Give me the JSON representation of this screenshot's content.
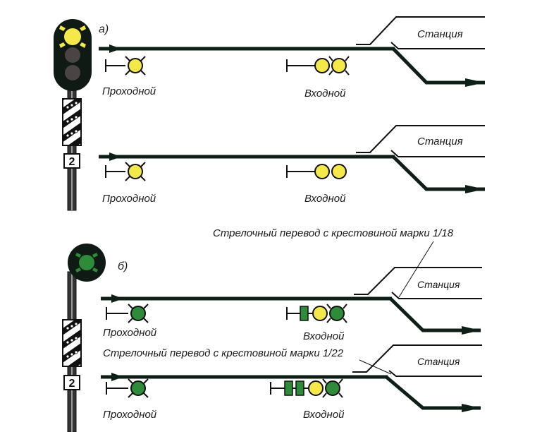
{
  "colors": {
    "track": "#0d1f16",
    "head": "#0f1a14",
    "yellow": "#f5e94a",
    "green": "#2e8b3a",
    "unlit": "#4a4444",
    "rim": "#111111"
  },
  "panel_a": {
    "label": "а)",
    "mast_plate_number": "2",
    "schemes": [
      {
        "station_label": "Станция",
        "block_signal": {
          "label": "Проходной",
          "aspects": [
            "yellow"
          ],
          "flashing": true
        },
        "entry_signal": {
          "label": "Входной",
          "aspects": [
            "yellow",
            "yellow"
          ],
          "flashing_index": 1
        }
      },
      {
        "station_label": "Станция",
        "block_signal": {
          "label": "Проходной",
          "aspects": [
            "yellow"
          ],
          "flashing": true
        },
        "entry_signal": {
          "label": "Входной",
          "aspects": [
            "yellow",
            "yellow"
          ],
          "flashing_index": -1
        }
      }
    ],
    "mast_lamps": [
      "yellow-flashing",
      "off",
      "off"
    ]
  },
  "panel_b": {
    "label": "б)",
    "mast_plate_number": "2",
    "mast_lamps": [
      "green-flashing"
    ],
    "schemes": [
      {
        "caption": "Стрелочный перевод с крестовиной марки 1/18",
        "station_label": "Станция",
        "block_signal": {
          "label": "Проходной",
          "aspects": [
            "green"
          ],
          "flashing": true
        },
        "entry_signal": {
          "label": "Входной",
          "strips": 1,
          "aspects": [
            "yellow",
            "green"
          ],
          "flashing_index": 1
        }
      },
      {
        "caption": "Стрелочный перевод с крестовиной марки 1/22",
        "station_label": "Станция",
        "block_signal": {
          "label": "Проходной",
          "aspects": [
            "green"
          ],
          "flashing": true
        },
        "entry_signal": {
          "label": "Входной",
          "strips": 2,
          "aspects": [
            "yellow",
            "green"
          ],
          "flashing_index": 1
        }
      }
    ]
  }
}
